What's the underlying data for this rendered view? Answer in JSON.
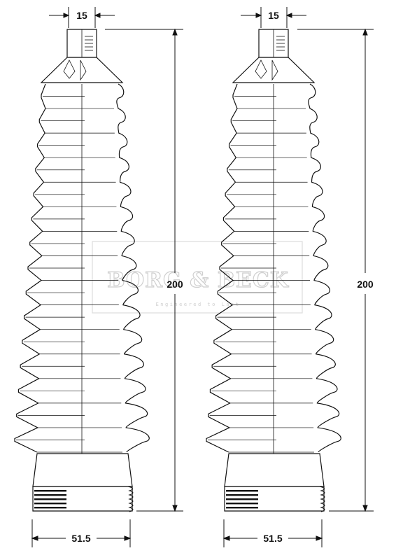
{
  "watermark": {
    "brand": "BORG & BECK",
    "tagline": "Engineered to Last"
  },
  "boots": [
    {
      "id": "left",
      "top_diameter": "15",
      "length": "200",
      "bottom_diameter": "51.5"
    },
    {
      "id": "right",
      "top_diameter": "15",
      "length": "200",
      "bottom_diameter": "51.5"
    }
  ],
  "colors": {
    "line": "#111111",
    "watermark": "#cfcfcf"
  }
}
